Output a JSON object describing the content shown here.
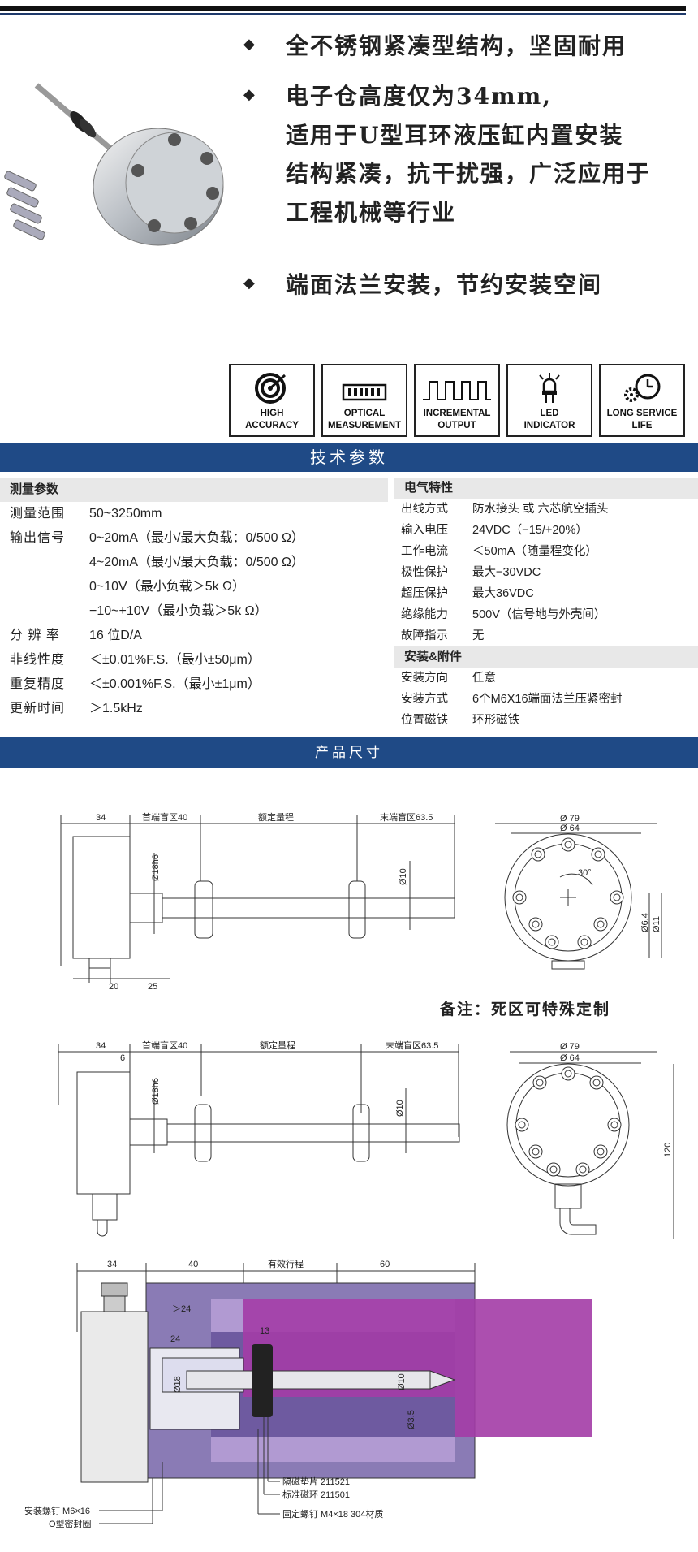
{
  "features": [
    {
      "text": "全不锈钢紧凑型结构，坚固耐用"
    },
    {
      "text": "电子仓高度仅为34mm,",
      "lines": [
        "适用于U型耳环液压缸内置安装",
        "结构紧凑，抗干扰强，广泛应用于",
        "工程机械等行业"
      ]
    },
    {
      "text": "端面法兰安装，节约安装空间"
    }
  ],
  "badges": [
    {
      "icon": "target-icon",
      "l1": "HIGH",
      "l2": "ACCURACY"
    },
    {
      "icon": "scale-icon",
      "l1": "OPTICAL",
      "l2": "MEASUREMENT"
    },
    {
      "icon": "pulse-icon",
      "l1": "INCREMENTAL",
      "l2": "OUTPUT"
    },
    {
      "icon": "led-icon",
      "l1": "LED",
      "l2": "INDICATOR"
    },
    {
      "icon": "gear-clock-icon",
      "l1": "LONG SERVICE",
      "l2": "LIFE"
    }
  ],
  "sections": {
    "tech": "技术参数",
    "dims": "产品尺寸"
  },
  "measure": {
    "title": "测量参数",
    "rows": [
      {
        "k": "测量范围",
        "v": "50~3250mm"
      },
      {
        "k": "输出信号",
        "v": "0~20mA（最小/最大负载：0/500 Ω）"
      },
      {
        "k": "",
        "v": "4~20mA（最小/最大负载：0/500 Ω）"
      },
      {
        "k": "",
        "v": "0~10V（最小负载＞5k Ω）"
      },
      {
        "k": "",
        "v": "−10~+10V（最小负载＞5k Ω）"
      },
      {
        "k": "分 辨 率",
        "v": "16 位D/A"
      },
      {
        "k": "非线性度",
        "v": "＜±0.01%F.S.（最小±50μm）"
      },
      {
        "k": "重复精度",
        "v": "＜±0.001%F.S.（最小±1μm）"
      },
      {
        "k": "更新时间",
        "v": "＞1.5kHz"
      }
    ]
  },
  "electrical": {
    "title": "电气特性",
    "rows": [
      {
        "k": "出线方式",
        "v": "防水接头 或 六芯航空插头"
      },
      {
        "k": "输入电压",
        "v": "24VDC（−15/+20%）"
      },
      {
        "k": "工作电流",
        "v": "＜50mA（随量程变化）"
      },
      {
        "k": "极性保护",
        "v": "最大−30VDC"
      },
      {
        "k": "超压保护",
        "v": "最大36VDC"
      },
      {
        "k": "绝缘能力",
        "v": "500V（信号地与外壳间）"
      },
      {
        "k": "故障指示",
        "v": "无"
      }
    ]
  },
  "install": {
    "title": "安装&附件",
    "rows": [
      {
        "k": "安装方向",
        "v": "任意"
      },
      {
        "k": "安装方式",
        "v": "6个M6X16端面法兰压紧密封"
      },
      {
        "k": "位置磁铁",
        "v": "环形磁铁"
      }
    ]
  },
  "drawing1": {
    "d34": "34",
    "d_head": "首端盲区40",
    "d_range": "额定量程",
    "d_tail": "末端盲区63.5",
    "d18": "Ø18h6",
    "d10": "Ø10",
    "d20": "20",
    "d25": "25",
    "d79": "Ø 79",
    "d64": "Ø 64",
    "d30": "30°",
    "d64b": "Ø6.4",
    "d11": "Ø11"
  },
  "note": "备注：死区可特殊定制",
  "drawing2": {
    "d34": "34",
    "d6": "6",
    "d_head": "首端盲区40",
    "d_range": "额定量程",
    "d_tail": "末端盲区63.5",
    "d18": "Ø18h6",
    "d10": "Ø10",
    "d79": "Ø 79",
    "d64": "Ø 64",
    "d120": "120"
  },
  "drawing3": {
    "d34": "34",
    "d40": "40",
    "d_eff": "有效行程",
    "d60": "60",
    "d24a": "＞24",
    "d13": "13",
    "d24b": "24",
    "d18": "Ø18",
    "d10": "Ø10",
    "d35": "Ø3.5",
    "c1": "隔磁垫片 211521",
    "c2": "标准磁环 211501",
    "c3": "固定螺钉 M4×18 304材质",
    "c4": "安装螺钉 M6×16",
    "c5": "O型密封圈"
  },
  "colors": {
    "band": "#1f4a86",
    "purple": "#8a5aa8",
    "magenta": "#a33ca6"
  }
}
